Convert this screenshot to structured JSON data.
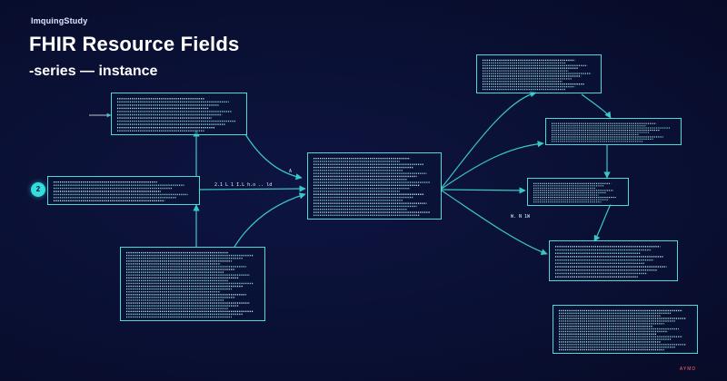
{
  "header": {
    "brand": "ImquingStudy",
    "title": "FHIR Resource Fields",
    "subtitle": "-series —  instance"
  },
  "start_badge": "2",
  "footer": {
    "mark": "AYMD"
  },
  "edges": {
    "left_to_center_label": "2.1  L  1  I.L  h.o  ..  ld",
    "center_to_lower_right_label": "W.  N  1W",
    "small_marker": "A"
  },
  "colors": {
    "background": "#0a1033",
    "accent": "#4ed8d8",
    "line": "#39c8c8",
    "text": "#ffffff"
  }
}
